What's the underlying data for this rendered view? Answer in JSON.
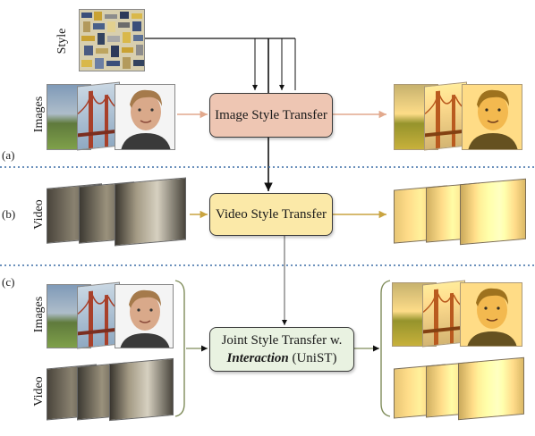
{
  "labels": {
    "style": "Style",
    "images": "Images",
    "video": "Video",
    "panel_a": "(a)",
    "panel_b": "(b)",
    "panel_c": "(c)"
  },
  "boxes": {
    "image_transfer": "Image Style Transfer",
    "video_transfer": "Video Style Transfer",
    "joint_line1": "Joint Style Transfer w.",
    "joint_interaction": "Interaction",
    "joint_unist": "(UniST)"
  },
  "colors": {
    "image_box": "#eec6b3",
    "video_box": "#fbe9a8",
    "joint_box": "#e9f2e1",
    "image_arrow": "#e2a98d",
    "video_arrow": "#c9a441",
    "bracket": "#7f8c5a",
    "divider": "#3b6da6"
  }
}
